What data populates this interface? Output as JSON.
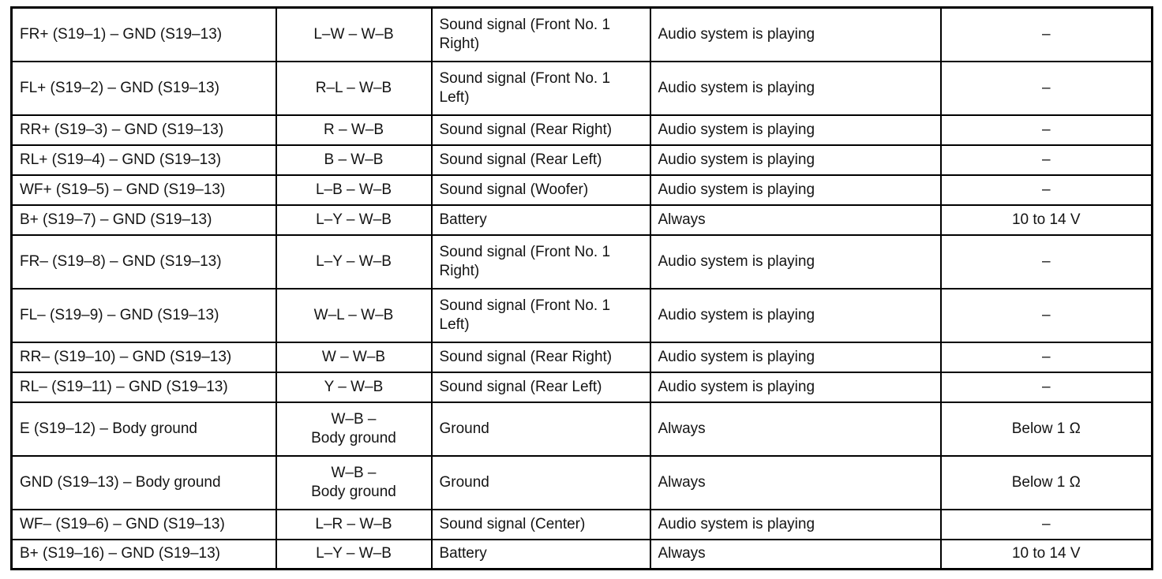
{
  "table": {
    "rows": [
      {
        "terminals": "FR+ (S19–1) – GND (S19–13)",
        "wire": "L–W – W–B",
        "signal": "Sound signal (Front No. 1 Right)",
        "condition": "Audio system is playing",
        "value": "–"
      },
      {
        "terminals": "FL+ (S19–2) – GND (S19–13)",
        "wire": "R–L – W–B",
        "signal": "Sound signal (Front No. 1 Left)",
        "condition": "Audio system is playing",
        "value": "–"
      },
      {
        "terminals": "RR+ (S19–3) – GND (S19–13)",
        "wire": "R – W–B",
        "signal": "Sound signal (Rear Right)",
        "condition": "Audio system is playing",
        "value": "–"
      },
      {
        "terminals": "RL+ (S19–4) – GND (S19–13)",
        "wire": "B – W–B",
        "signal": "Sound signal (Rear Left)",
        "condition": "Audio system is playing",
        "value": "–"
      },
      {
        "terminals": "WF+ (S19–5) – GND (S19–13)",
        "wire": "L–B – W–B",
        "signal": "Sound signal (Woofer)",
        "condition": "Audio system is playing",
        "value": "–"
      },
      {
        "terminals": "B+ (S19–7) – GND (S19–13)",
        "wire": "L–Y – W–B",
        "signal": "Battery",
        "condition": "Always",
        "value": "10 to 14 V"
      },
      {
        "terminals": "FR– (S19–8) – GND (S19–13)",
        "wire": "L–Y – W–B",
        "signal": "Sound signal (Front No. 1 Right)",
        "condition": "Audio system is playing",
        "value": "–"
      },
      {
        "terminals": "FL– (S19–9) – GND (S19–13)",
        "wire": "W–L – W–B",
        "signal": "Sound signal (Front No. 1 Left)",
        "condition": "Audio system is playing",
        "value": "–"
      },
      {
        "terminals": "RR– (S19–10) – GND (S19–13)",
        "wire": "W – W–B",
        "signal": "Sound signal (Rear Right)",
        "condition": "Audio system is playing",
        "value": "–"
      },
      {
        "terminals": "RL– (S19–11) – GND (S19–13)",
        "wire": "Y – W–B",
        "signal": "Sound signal (Rear Left)",
        "condition": "Audio system is playing",
        "value": "–"
      },
      {
        "terminals": "E (S19–12) – Body ground",
        "wire": "W–B –\nBody ground",
        "signal": "Ground",
        "condition": "Always",
        "value": "Below 1 Ω"
      },
      {
        "terminals": "GND (S19–13) – Body ground",
        "wire": "W–B –\nBody ground",
        "signal": "Ground",
        "condition": "Always",
        "value": "Below 1 Ω"
      },
      {
        "terminals": "WF– (S19–6) – GND (S19–13)",
        "wire": "L–R – W–B",
        "signal": "Sound signal (Center)",
        "condition": "Audio system is playing",
        "value": "–"
      },
      {
        "terminals": "B+ (S19–16) – GND (S19–13)",
        "wire": "L–Y – W–B",
        "signal": "Battery",
        "condition": "Always",
        "value": "10 to 14 V"
      }
    ]
  }
}
